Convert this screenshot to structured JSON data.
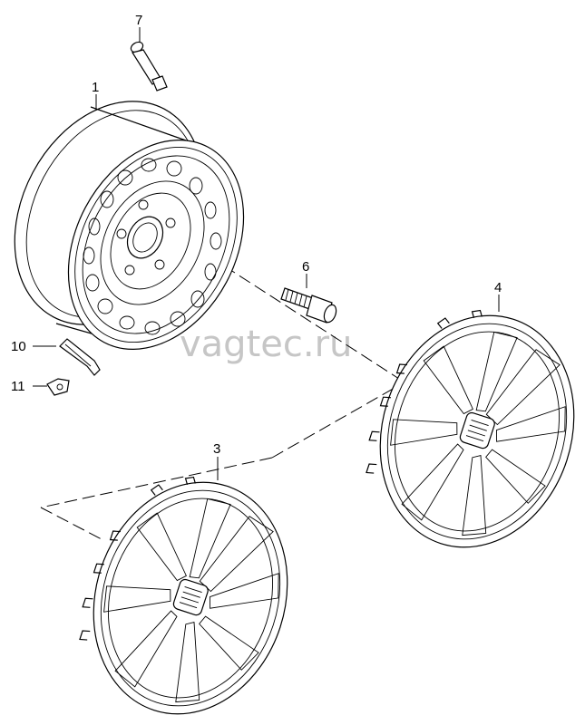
{
  "watermark": "vagtec.ru",
  "parts": [
    {
      "number": "1",
      "icon": "steel-wheel"
    },
    {
      "number": "3",
      "icon": "wheel-cover"
    },
    {
      "number": "4",
      "icon": "wheel-cover"
    },
    {
      "number": "6",
      "icon": "wheel-bolt"
    },
    {
      "number": "7",
      "icon": "tyre-valve"
    },
    {
      "number": "10",
      "icon": "balance-weight"
    },
    {
      "number": "11",
      "icon": "balance-weight-clip"
    }
  ]
}
